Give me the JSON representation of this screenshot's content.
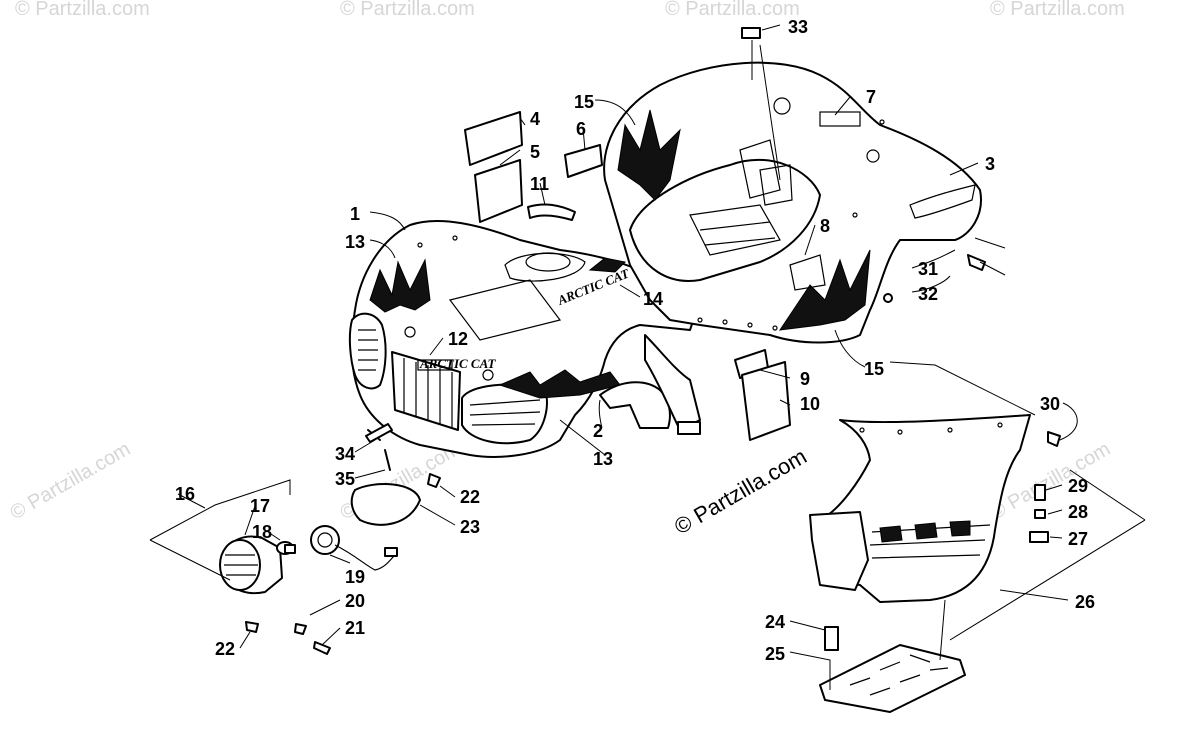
{
  "watermark": {
    "main": "© Partzilla.com",
    "faint": "© Partzilla.com"
  },
  "decals": {
    "brand": "ARCTIC CAT",
    "badge": "ARCTIC CAT"
  },
  "callouts": [
    "1",
    "2",
    "3",
    "4",
    "5",
    "6",
    "7",
    "8",
    "9",
    "10",
    "11",
    "12",
    "13",
    "13",
    "14",
    "15",
    "15",
    "16",
    "17",
    "18",
    "19",
    "20",
    "21",
    "22",
    "22",
    "23",
    "24",
    "25",
    "26",
    "27",
    "28",
    "29",
    "30",
    "31",
    "32",
    "33",
    "34",
    "35"
  ]
}
